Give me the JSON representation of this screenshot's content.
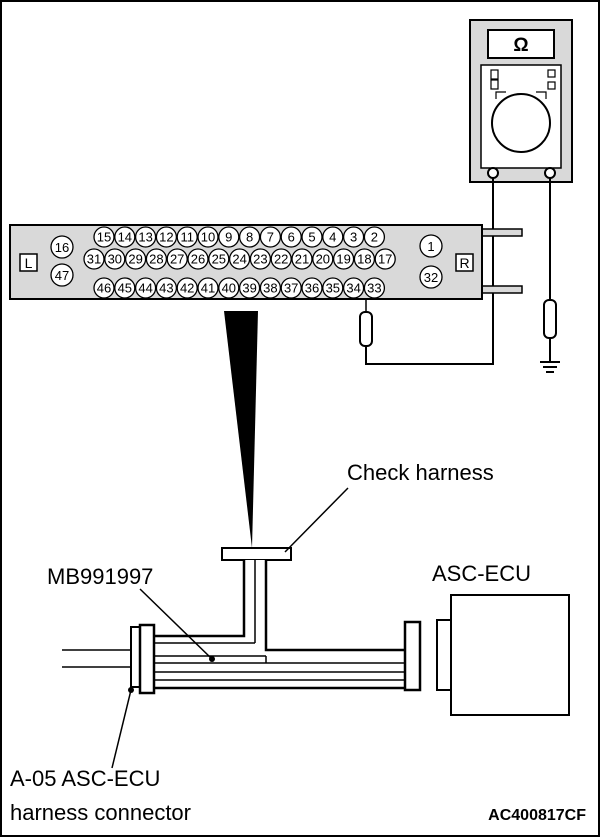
{
  "meter": {
    "symbol": "Ω"
  },
  "connector": {
    "side_left": "L",
    "side_right": "R",
    "left_pins": [
      "16",
      "47"
    ],
    "right_pins": [
      "1",
      "32"
    ],
    "row1": [
      "15",
      "14",
      "13",
      "12",
      "11",
      "10",
      "9",
      "8",
      "7",
      "6",
      "5",
      "4",
      "3",
      "2"
    ],
    "row2": [
      "31",
      "30",
      "29",
      "28",
      "27",
      "26",
      "25",
      "24",
      "23",
      "22",
      "21",
      "20",
      "19",
      "18",
      "17"
    ],
    "row3": [
      "46",
      "45",
      "44",
      "43",
      "42",
      "41",
      "40",
      "39",
      "38",
      "37",
      "36",
      "35",
      "34",
      "33"
    ]
  },
  "labels": {
    "check_harness": "Check harness",
    "tool": "MB991997",
    "ecu": "ASC-ECU",
    "connector_line1": "A-05 ASC-ECU",
    "connector_line2": "harness connector",
    "figure_code": "AC400817CF"
  }
}
